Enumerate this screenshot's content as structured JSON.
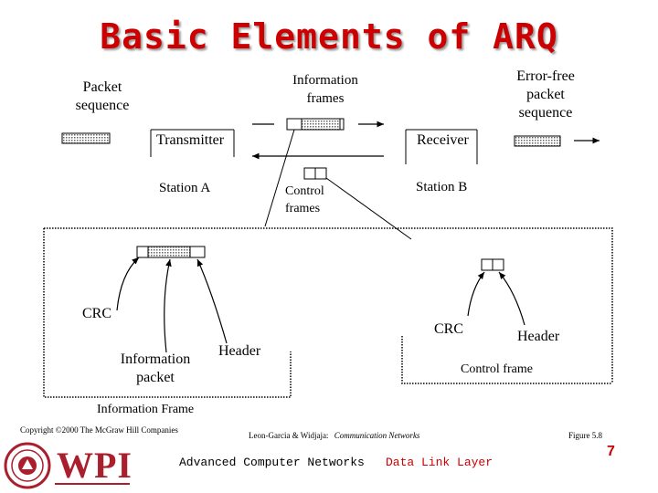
{
  "title": "Basic Elements of ARQ",
  "labels": {
    "packet_sequence": "Packet\nsequence",
    "information_frames": "Information\nframes",
    "error_free": "Error-free\npacket\nsequence",
    "transmitter": "Transmitter",
    "receiver": "Receiver",
    "station_a": "Station A",
    "station_b": "Station B",
    "control_frames": "Control\nframes",
    "crc_left": "CRC",
    "crc_right": "CRC",
    "header_left": "Header",
    "header_right": "Header",
    "information_packet": "Information\npacket",
    "control_frame": "Control frame",
    "information_frame": "Information Frame"
  },
  "footer": {
    "copyright": "Copyright ©2000 The McGraw Hill Companies",
    "citation_authors": "Leon-Garcia & Widjaja:",
    "citation_book": "Communication Networks",
    "figure": "Figure 5.8",
    "course": "Advanced Computer Networks",
    "topic": "Data Link Layer",
    "page": "7",
    "logo_text": "WPI"
  },
  "colors": {
    "title": "#cc0000",
    "packet_fill": "#d8d8d8",
    "wpi_red": "#aa1f2e",
    "footer_red": "#cc0000"
  }
}
